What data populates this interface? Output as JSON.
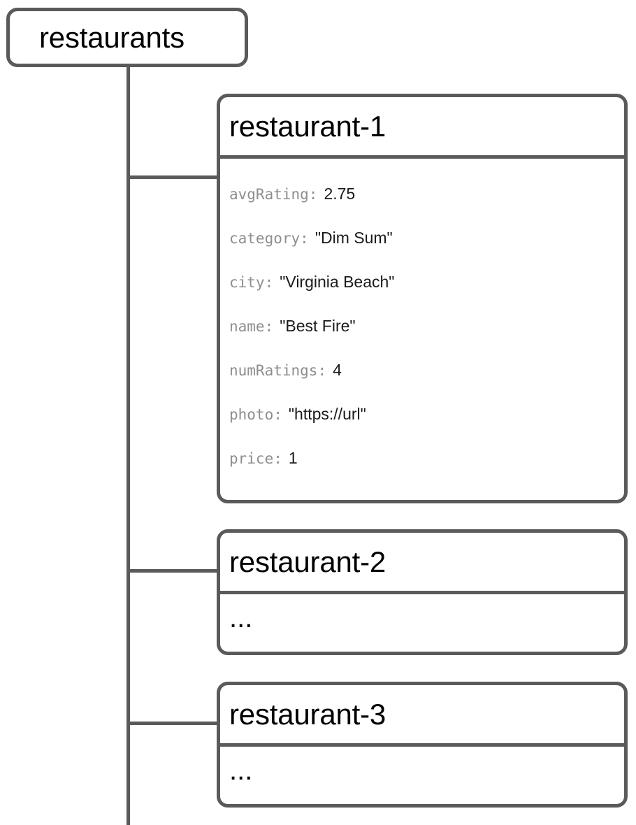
{
  "diagram": {
    "type": "firestore-collection-tree",
    "stroke_color": "#5a5a5a",
    "key_color": "#8e8e8e",
    "value_color": "#1a1a1a",
    "background": "#ffffff",
    "root": {
      "label": "restaurants",
      "kind": "collection"
    },
    "documents": [
      {
        "id": "restaurant-1",
        "kind": "document",
        "fields": [
          {
            "key": "avgRating",
            "separator": ":",
            "value": "2.75"
          },
          {
            "key": "category",
            "separator": ":",
            "value": "\"Dim Sum\""
          },
          {
            "key": "city",
            "separator": ":",
            "value": "\"Virginia Beach\""
          },
          {
            "key": "name",
            "separator": ":",
            "value": "\"Best Fire\""
          },
          {
            "key": "numRatings",
            "separator": ":",
            "value": "4"
          },
          {
            "key": "photo",
            "separator": ":",
            "value": "\"https://url\""
          },
          {
            "key": "price",
            "separator": ":",
            "value": "1"
          }
        ]
      },
      {
        "id": "restaurant-2",
        "kind": "document",
        "body_placeholder": "..."
      },
      {
        "id": "restaurant-3",
        "kind": "document",
        "body_placeholder": "..."
      }
    ]
  }
}
